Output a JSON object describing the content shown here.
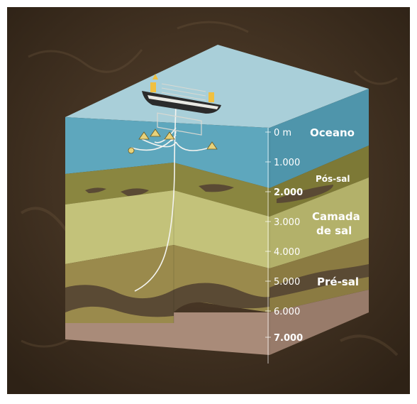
{
  "layers": [
    {
      "id": "ocean",
      "label": "Oceano"
    },
    {
      "id": "post_salt",
      "label": "Pós-sal"
    },
    {
      "id": "salt_layer",
      "label_line1": "Camada",
      "label_line2": "de sal"
    },
    {
      "id": "pre_salt",
      "label": "Pré-sal"
    }
  ],
  "depth_scale": {
    "labels": [
      "0 m",
      "1.000",
      "2.000",
      "3.000",
      "4.000",
      "5.000",
      "6.000",
      "7.000"
    ]
  },
  "colors": {
    "background": "#4a3826",
    "ocean_top": "#a9cfd9",
    "ocean_left": "#5ea7bd",
    "ocean_right": "#4f95ab",
    "post_salt_left": "#8a8640",
    "post_salt_right": "#7d7936",
    "salt_left": "#c3c27a",
    "salt_right": "#b3b16a",
    "pre_salt_left": "#9a8a4c",
    "pre_salt_right": "#8b7b42",
    "oil": "#5a4a34",
    "basement_left": "#a98b79",
    "basement_right": "#987b6a"
  },
  "icons": {
    "ship": "drilling-ship-icon",
    "buoy": "buoy-icon",
    "pipeline": "pipeline-lines"
  }
}
